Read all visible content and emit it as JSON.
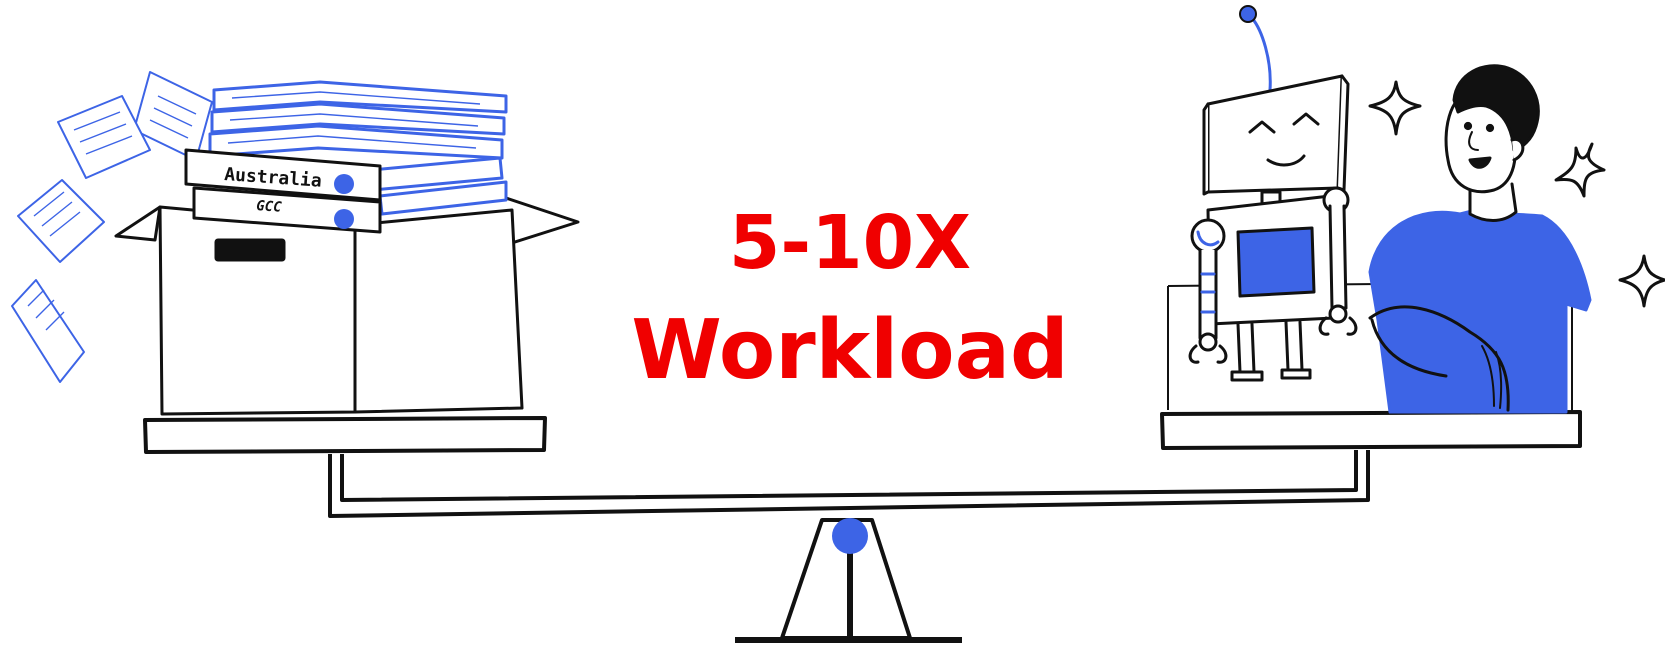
{
  "headline": {
    "line1": "5-10X",
    "line2": "Workload",
    "color": "#f00000"
  },
  "binders": {
    "top_label": "Australia",
    "bottom_label": "GCC"
  },
  "colors": {
    "ink": "#111111",
    "accent": "#3d64e6"
  },
  "icons": [
    "paper-sheets-icon",
    "cardboard-box-icon",
    "binder-stack-icon",
    "robot-icon",
    "person-icon",
    "sparkle-icon",
    "seesaw-icon"
  ]
}
